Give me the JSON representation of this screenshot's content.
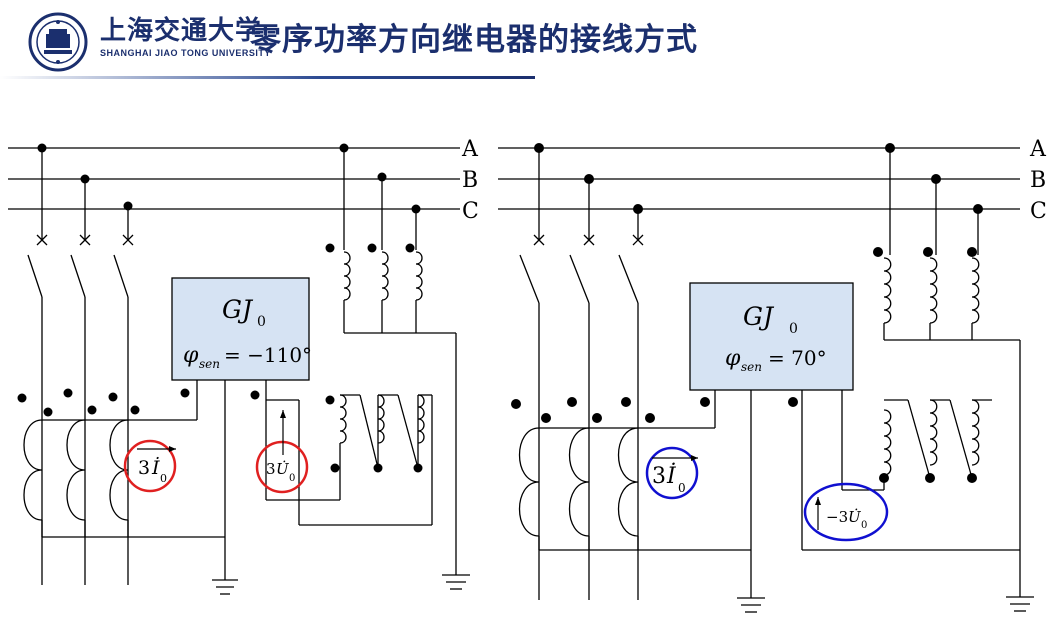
{
  "header": {
    "university_cn": "上海交通大学",
    "university_en": "SHANGHAI JIAO TONG UNIVERSITY",
    "title": "零序功率方向继电器的接线方式",
    "logo_icon": "sjtu-seal-icon"
  },
  "left": {
    "phases": [
      "A",
      "B",
      "C"
    ],
    "relay_name": "GJ",
    "relay_sub": "0",
    "phi_sym": "φ",
    "phi_sub": "sen",
    "angle": "= −110°",
    "current_label": "3",
    "current_sym": "İ",
    "current_sub": "0",
    "voltage_label": "3",
    "voltage_sym": "U̇",
    "voltage_sub": "0",
    "highlight_color": "#e02020"
  },
  "right": {
    "phases": [
      "A",
      "B",
      "C"
    ],
    "relay_name": "GJ",
    "relay_sub": "0",
    "phi_sym": "φ",
    "phi_sub": "sen",
    "angle": "= 70°",
    "current_label": "3",
    "current_sym": "İ",
    "current_sub": "0",
    "voltage_label": "−3",
    "voltage_sym": "U̇",
    "voltage_sub": "0",
    "highlight_color": "#1010d0"
  },
  "colors": {
    "title": "#1b2f6e",
    "relay_box": "#d6e3f3",
    "line": "#000000"
  }
}
